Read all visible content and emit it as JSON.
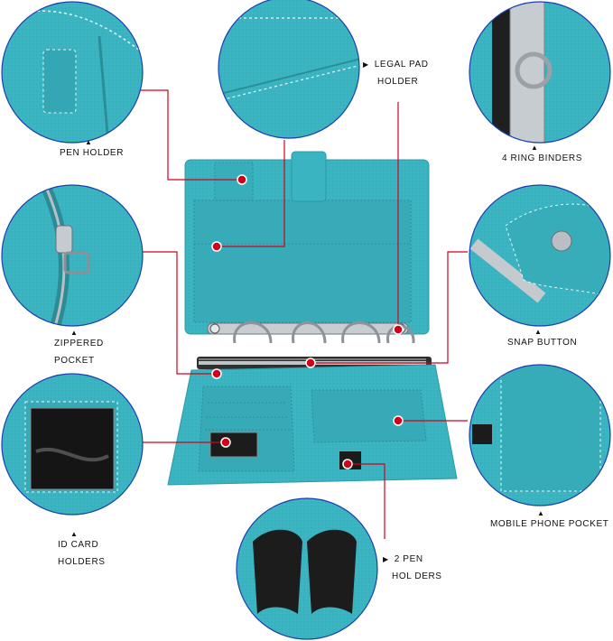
{
  "labels": {
    "pen_holder": "PEN HOLDER",
    "legal_pad_line1": "LEGAL PAD",
    "legal_pad_line2": "HOLDER",
    "ring_binders": "4 RING BINDERS",
    "zippered_line1": "ZIPPERED",
    "zippered_line2": "POCKET",
    "snap_button": "SNAP BUTTON",
    "id_card_line1": "ID CARD",
    "id_card_line2": "HOLDERS",
    "mobile_pocket": "MOBILE PHONE POCKET",
    "pen_holders_line1": "2 PEN",
    "pen_holders_line2": "HOL DERS"
  },
  "icons": {
    "pointer": "triangle-pointer-icon"
  },
  "colors": {
    "leather_teal": "#3bb4c1",
    "leather_dark": "#2a9aa6",
    "callout_red": "#d0021b",
    "ring_border": "#1a3fae"
  }
}
